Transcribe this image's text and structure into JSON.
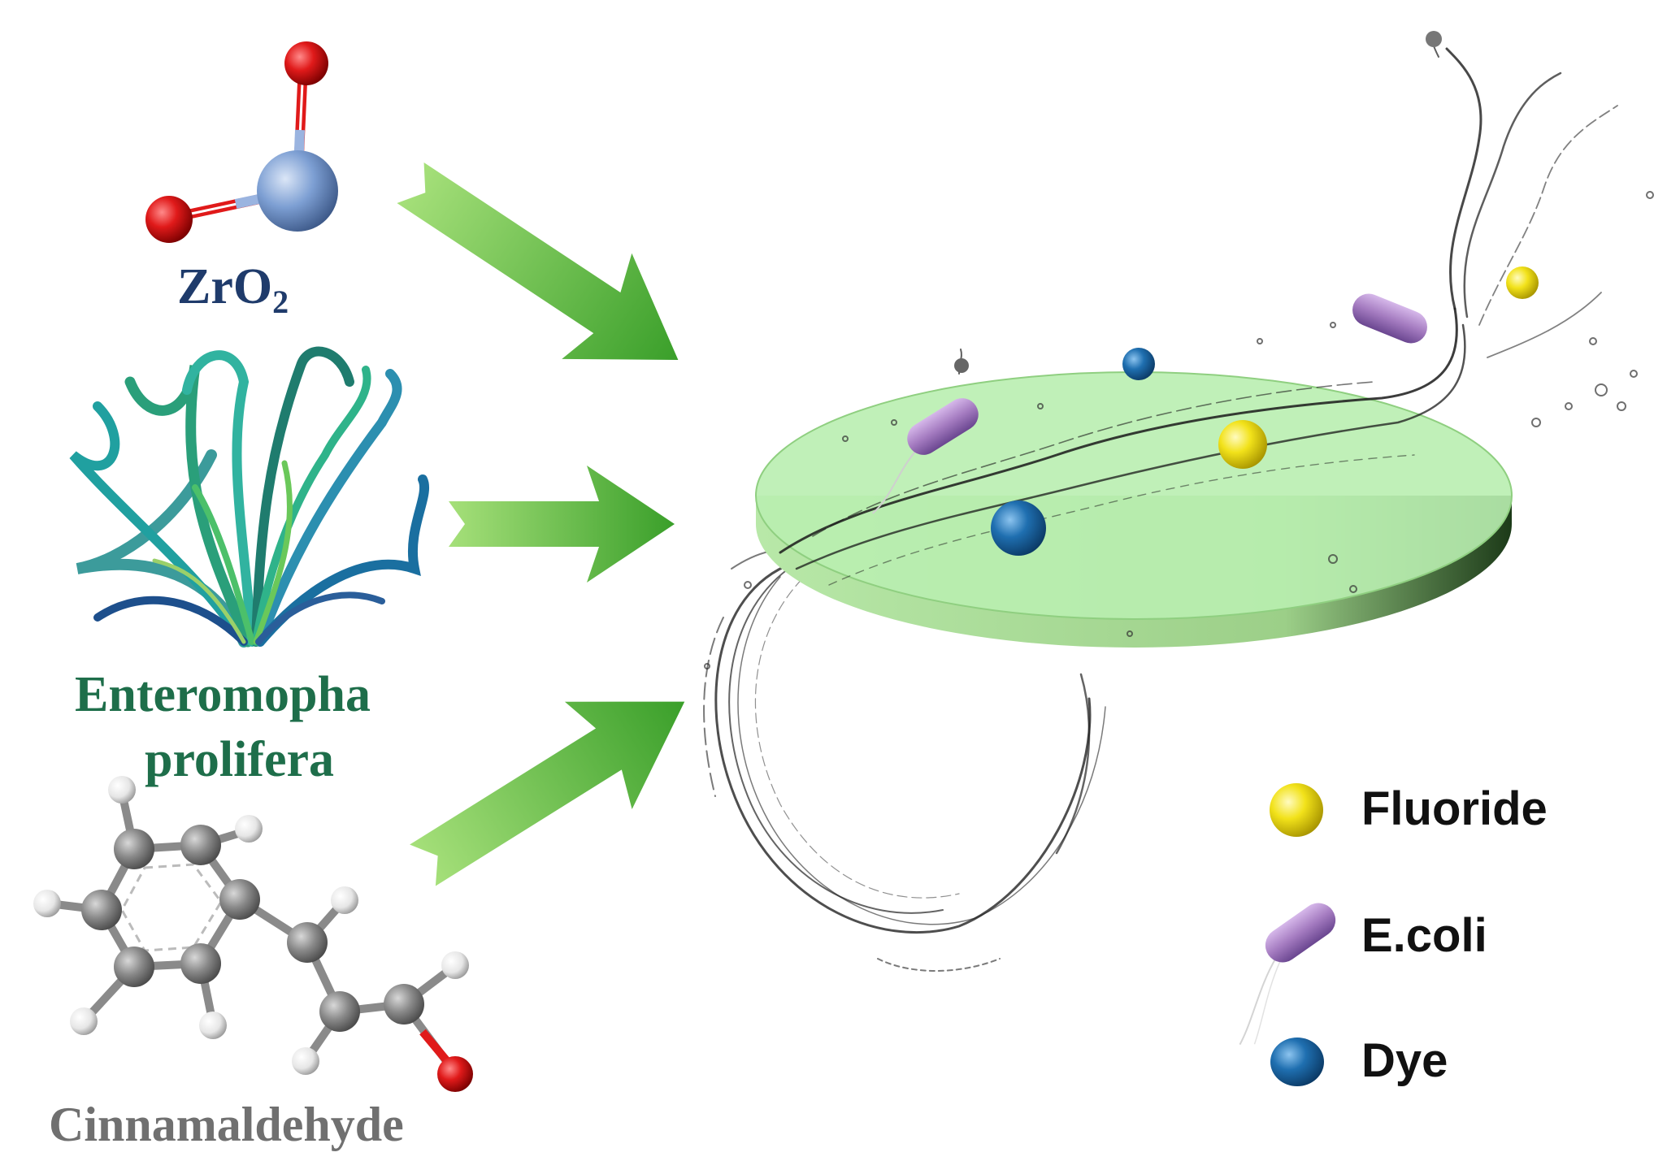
{
  "inputs": {
    "zro2": {
      "name": "ZrO",
      "subscript": "2"
    },
    "algae": {
      "line1": "Enteromopha",
      "line2": "prolifera"
    },
    "cinnamaldehyde": {
      "name": "Cinnamaldehyde"
    }
  },
  "legend": {
    "items": [
      {
        "label": "Fluoride",
        "color": "#f2e21a",
        "icon": "yellow-sphere-icon"
      },
      {
        "label": "E.coli",
        "color": "#a47bc0",
        "icon": "bacterium-icon"
      },
      {
        "label": "Dye",
        "color": "#1f6fb0",
        "icon": "blue-sphere-icon"
      }
    ]
  },
  "colors": {
    "arrow": "#5cbf3a",
    "membrane": "#b9eeb0",
    "oxygen": "#e01a1a",
    "zirconium": "#7d9fd3",
    "carbon": "#8a8a8a",
    "hydrogen": "#eeeeee"
  }
}
